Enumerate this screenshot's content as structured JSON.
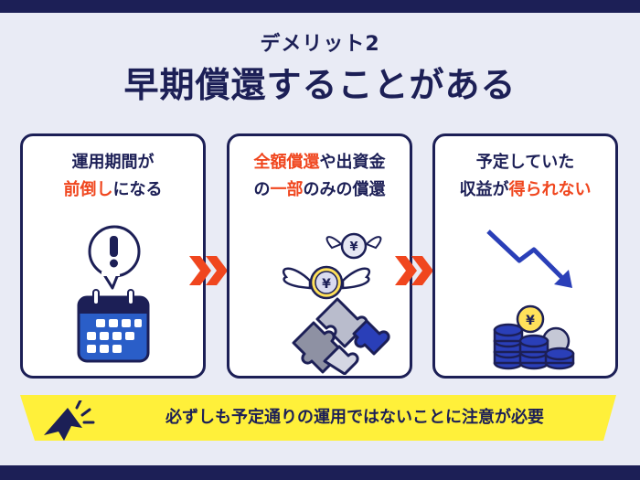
{
  "header": {
    "subtitle": "デメリット2",
    "title": "早期償還することがある"
  },
  "cards": [
    {
      "line1": [
        {
          "text": "運用期間が",
          "hl": false
        }
      ],
      "line2": [
        {
          "text": "前倒し",
          "hl": true
        },
        {
          "text": "になる",
          "hl": false
        }
      ],
      "icon": "calendar-alert-icon"
    },
    {
      "line1": [
        {
          "text": "全額償還",
          "hl": true
        },
        {
          "text": "や出資金",
          "hl": false
        }
      ],
      "line2": [
        {
          "text": "の",
          "hl": false
        },
        {
          "text": "一部",
          "hl": true
        },
        {
          "text": "のみの償還",
          "hl": false
        }
      ],
      "icon": "flying-coins-puzzle-icon"
    },
    {
      "line1": [
        {
          "text": "予定していた",
          "hl": false
        }
      ],
      "line2": [
        {
          "text": "収益が",
          "hl": false
        },
        {
          "text": "得られない",
          "hl": true
        }
      ],
      "icon": "declining-coins-icon"
    }
  ],
  "banner": {
    "text": "必ずしも予定通りの運用ではないことに注意が必要",
    "icon": "cursor-click-icon"
  },
  "colors": {
    "navy": "#1c1f56",
    "accent": "#f0461e",
    "banner": "#fff03a",
    "background": "#e9ebf5"
  }
}
